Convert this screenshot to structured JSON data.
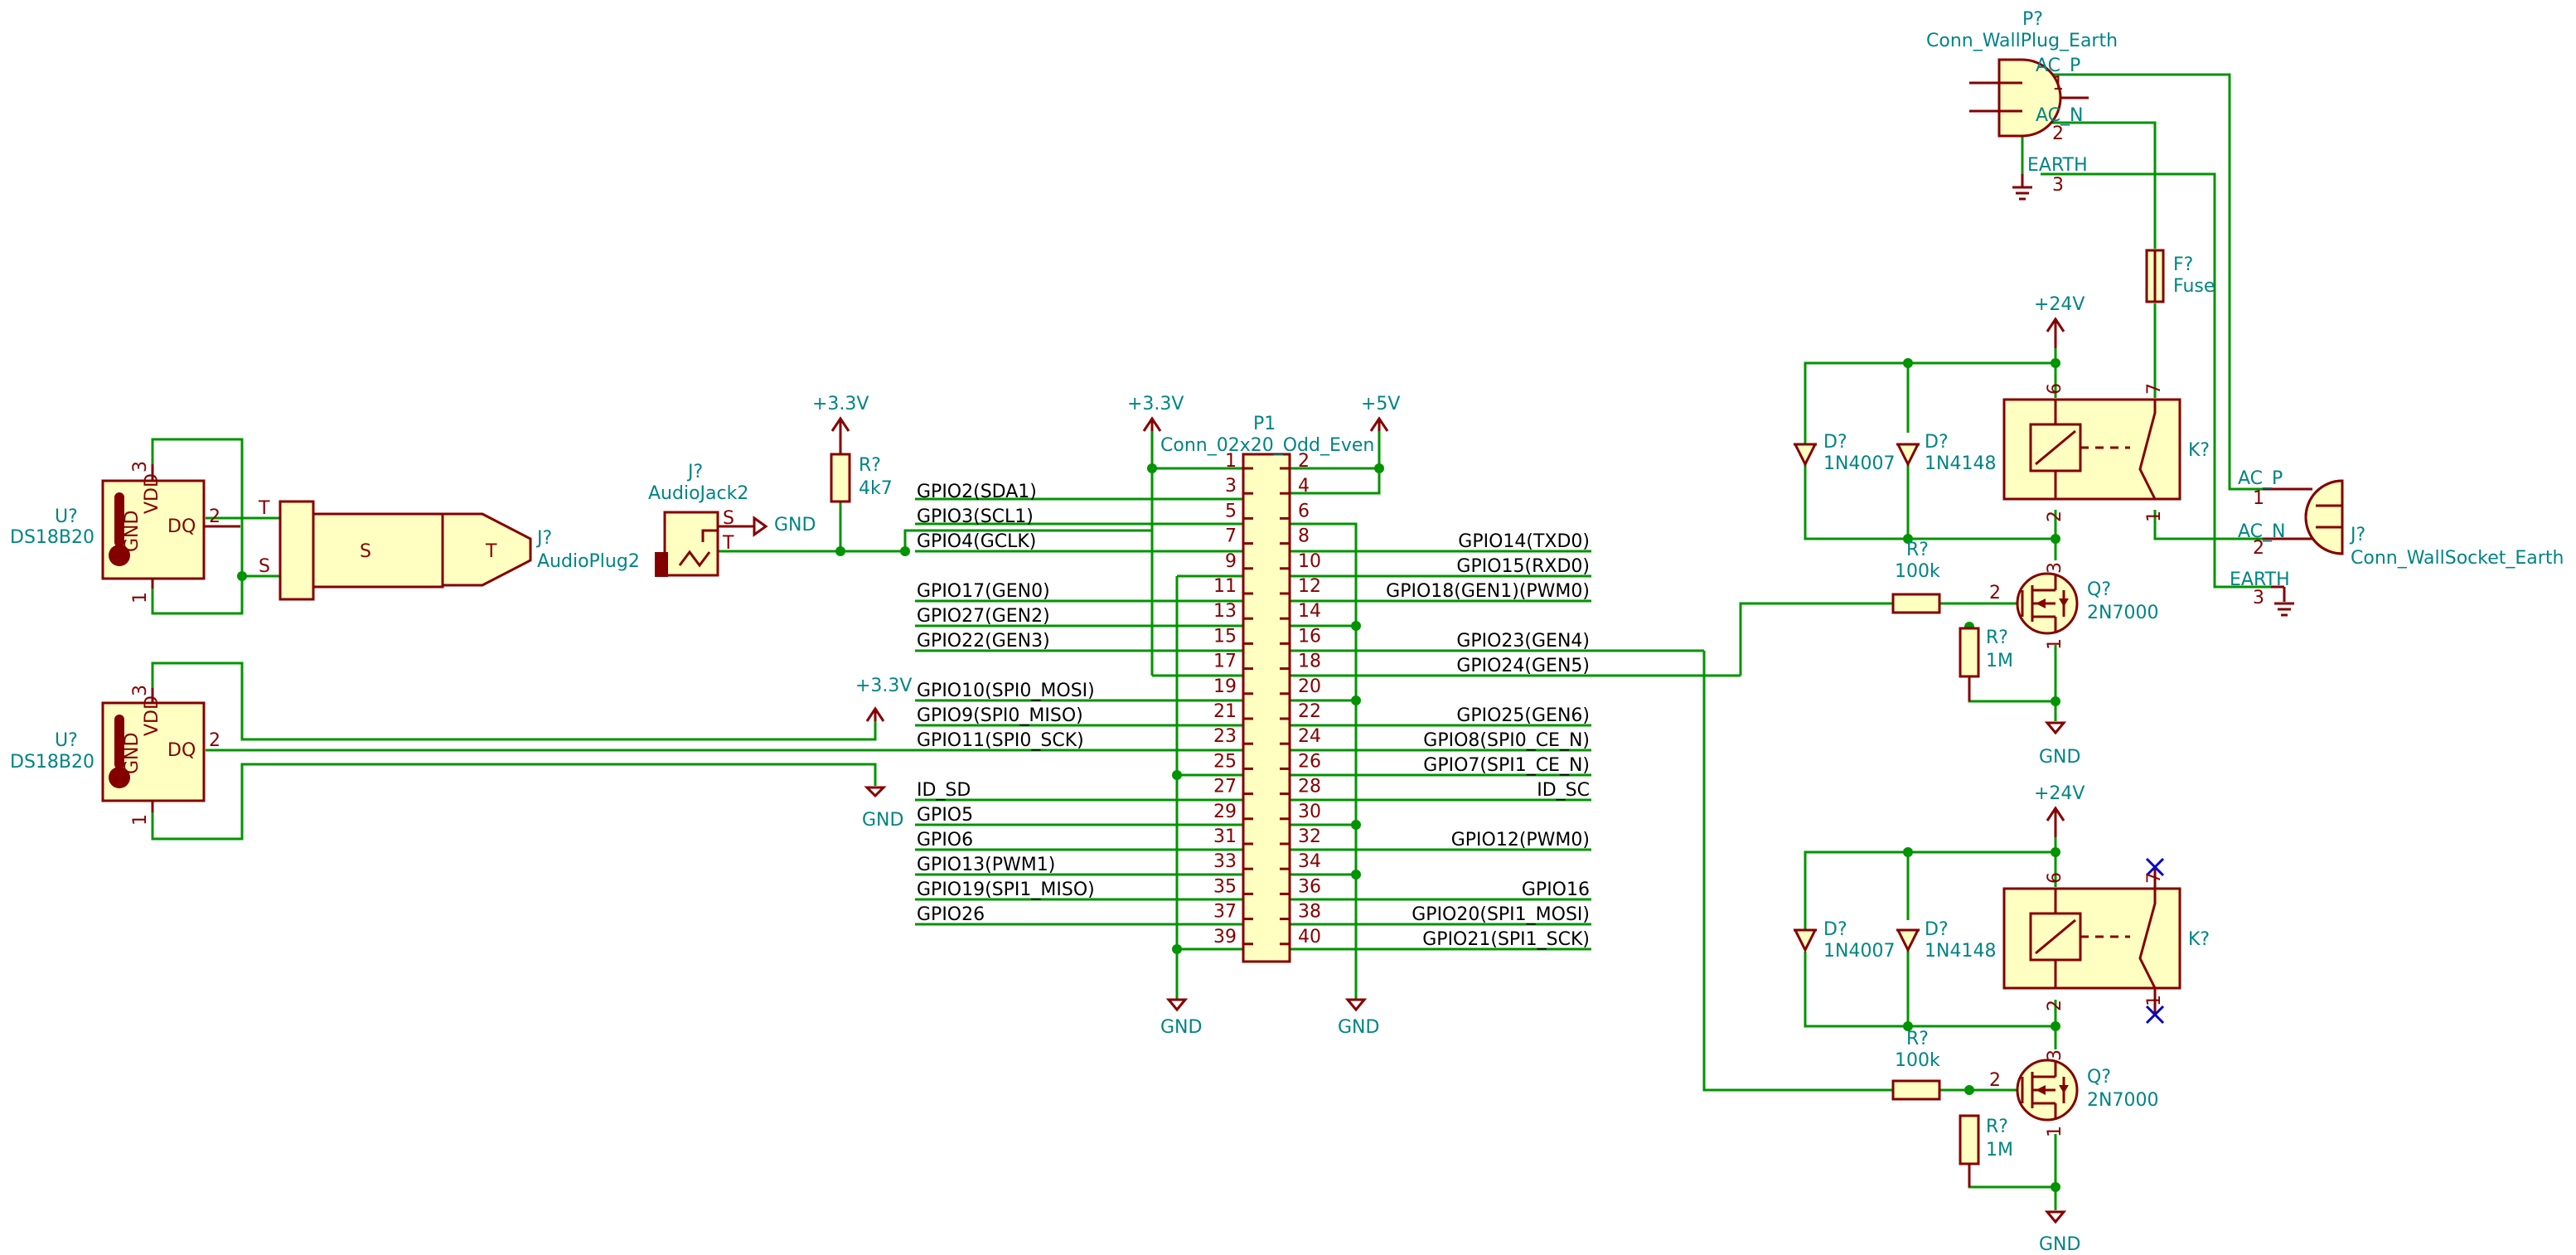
{
  "components": {
    "u1": {
      "ref": "U?",
      "value": "DS18B20",
      "pins": [
        "GND",
        "VDD",
        "DQ"
      ],
      "pin_numbers": [
        "1",
        "3",
        "2"
      ]
    },
    "u2": {
      "ref": "U?",
      "value": "DS18B20",
      "pins": [
        "GND",
        "VDD",
        "DQ"
      ],
      "pin_numbers": [
        "1",
        "3",
        "2"
      ]
    },
    "plug": {
      "ref": "J?",
      "value": "AudioPlug2",
      "labels": [
        "S",
        "T"
      ]
    },
    "jack": {
      "ref": "J?",
      "value": "AudioJack2",
      "labels": [
        "S",
        "T"
      ]
    },
    "r_pullup": {
      "ref": "R?",
      "value": "4k7"
    },
    "header": {
      "ref": "P1",
      "value": "Conn_02x20_Odd_Even"
    },
    "wallplug": {
      "ref": "P?",
      "value": "Conn_WallPlug_Earth",
      "pins": [
        "AC_P",
        "AC_N",
        "EARTH"
      ],
      "pin_numbers": [
        "1",
        "2",
        "3"
      ]
    },
    "wallsocket": {
      "ref": "J?",
      "value": "Conn_WallSocket_Earth",
      "pins": [
        "AC_P",
        "AC_N",
        "EARTH"
      ],
      "pin_numbers": [
        "1",
        "2",
        "3"
      ]
    },
    "fuse": {
      "ref": "F?",
      "value": "Fuse"
    },
    "relay1": {
      "ref": "K?",
      "pins": [
        "6",
        "7",
        "2",
        "1"
      ]
    },
    "relay2": {
      "ref": "K?",
      "pins": [
        "6",
        "7",
        "2",
        "1"
      ]
    },
    "d1": {
      "ref": "D?",
      "value": "1N4007"
    },
    "d2": {
      "ref": "D?",
      "value": "1N4148"
    },
    "d3": {
      "ref": "D?",
      "value": "1N4007"
    },
    "d4": {
      "ref": "D?",
      "value": "1N4148"
    },
    "q1": {
      "ref": "Q?",
      "value": "2N7000",
      "pins": [
        "1",
        "2",
        "3"
      ]
    },
    "q2": {
      "ref": "Q?",
      "value": "2N7000",
      "pins": [
        "1",
        "2",
        "3"
      ]
    },
    "rg1": {
      "ref": "R?",
      "value": "100k"
    },
    "rpd1": {
      "ref": "R?",
      "value": "1M"
    },
    "rg2": {
      "ref": "R?",
      "value": "100k"
    },
    "rpd2": {
      "ref": "R?",
      "value": "1M"
    }
  },
  "power": {
    "v33": "+3.3V",
    "v5": "+5V",
    "v24": "+24V",
    "gnd": "GND"
  },
  "header_left_labels": [
    "GPIO2(SDA1)",
    "GPIO3(SCL1)",
    "GPIO4(GCLK)",
    "GPIO17(GEN0)",
    "GPIO27(GEN2)",
    "GPIO22(GEN3)",
    "GPIO10(SPI0_MOSI)",
    "GPIO9(SPI0_MISO)",
    "GPIO11(SPI0_SCK)",
    "ID_SD",
    "GPIO5",
    "GPIO6",
    "GPIO13(PWM1)",
    "GPIO19(SPI1_MISO)",
    "GPIO26"
  ],
  "header_right_labels": [
    "GPIO14(TXD0)",
    "GPIO15(RXD0)",
    "GPIO18(GEN1)(PWM0)",
    "GPIO23(GEN4)",
    "GPIO24(GEN5)",
    "GPIO25(GEN6)",
    "GPIO8(SPI0_CE_N)",
    "GPIO7(SPI1_CE_N)",
    "ID_SC",
    "GPIO12(PWM0)",
    "GPIO16",
    "GPIO20(SPI1_MOSI)",
    "GPIO21(SPI1_SCK)"
  ],
  "header_pins_odd": [
    "1",
    "3",
    "5",
    "7",
    "9",
    "11",
    "13",
    "15",
    "17",
    "19",
    "21",
    "23",
    "25",
    "27",
    "29",
    "31",
    "33",
    "35",
    "37",
    "39"
  ],
  "header_pins_even": [
    "2",
    "4",
    "6",
    "8",
    "10",
    "12",
    "14",
    "16",
    "18",
    "20",
    "22",
    "24",
    "26",
    "28",
    "30",
    "32",
    "34",
    "36",
    "38",
    "40"
  ],
  "colors": {
    "wire": "#009400",
    "body_stroke": "#840000",
    "body_fill": "#ffffc2",
    "ref_text": "#008484",
    "net_text": "#000000",
    "no_connect": "#0000c8"
  }
}
